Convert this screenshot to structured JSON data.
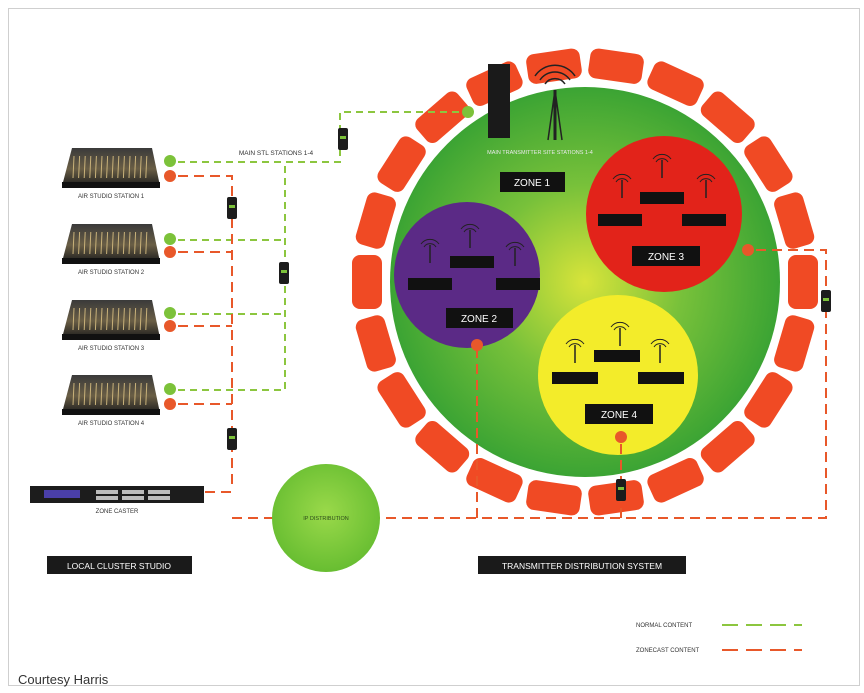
{
  "stations": [
    {
      "label": "AIR STUDIO STATION 1"
    },
    {
      "label": "AIR STUDIO STATION 2"
    },
    {
      "label": "AIR STUDIO STATION 3"
    },
    {
      "label": "AIR STUDIO STATION 4"
    }
  ],
  "zone_caster_label": "ZONE CASTER",
  "main_stl_label": "MAIN STL STATIONS 1-4",
  "main_site_label": "MAIN TRANSMITTER SITE STATIONS 1-4",
  "zones": {
    "z1": "ZONE 1",
    "z2": "ZONE 2",
    "z3": "ZONE 3",
    "z4": "ZONE 4"
  },
  "distribution_label": "IP DISTRIBUTION",
  "section_labels": {
    "left": "LOCAL CLUSTER STUDIO",
    "right": "TRANSMITTER DISTRIBUTION SYSTEM"
  },
  "legend": {
    "normal": "NORMAL CONTENT",
    "zonecast": "ZONECAST CONTENT"
  },
  "courtesy": "Courtesy Harris",
  "colors": {
    "green_line": "#8cc63f",
    "orange_line": "#e8582a",
    "outer_ring": "#f04a24",
    "main_circle": "#3aa935",
    "zone2": "#5b2a86",
    "zone3": "#e2231a",
    "zone4": "#f3ec2a"
  }
}
